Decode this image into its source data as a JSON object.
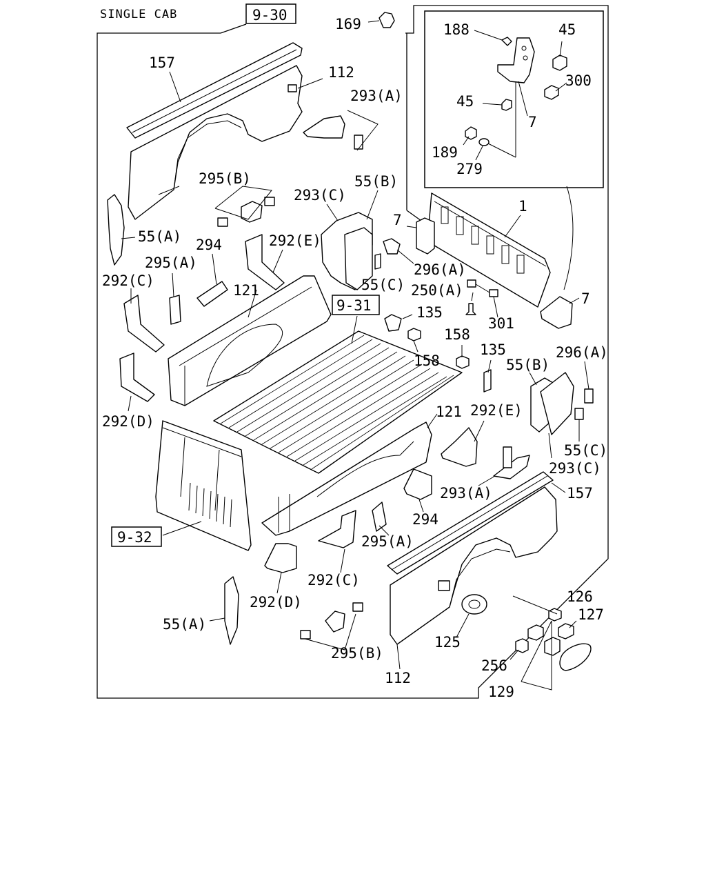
{
  "header": {
    "title": "SINGLE CAB"
  },
  "refs": {
    "r930": "9-30",
    "r931": "9-31",
    "r932": "9-32"
  },
  "callouts": {
    "c169": "169",
    "c188": "188",
    "c45a": "45",
    "c300": "300",
    "c45b": "45",
    "c7a": "7",
    "c189": "189",
    "c279": "279",
    "c157a": "157",
    "c112a": "112",
    "c293A_top": "293(A)",
    "c295B_top": "295(B)",
    "c293C_top": "293(C)",
    "c55B_top": "55(B)",
    "c7b": "7",
    "c1": "1",
    "c55A_left": "55(A)",
    "c294_top": "294",
    "c292E_top": "292(E)",
    "c295A_left": "295(A)",
    "c292C_left": "292(C)",
    "c121_top": "121",
    "c55C_top": "55(C)",
    "c296A_top": "296(A)",
    "c250A": "250(A)",
    "c7c": "7",
    "c135a": "135",
    "c301": "301",
    "c158a": "158",
    "c158b": "158",
    "c135b": "135",
    "c55B_right": "55(B)",
    "c296A_right": "296(A)",
    "c292D_left": "292(D)",
    "c121_mid": "121",
    "c292E_mid": "292(E)",
    "c55C_right": "55(C)",
    "c293C_right": "293(C)",
    "c293A_mid": "293(A)",
    "c157b": "157",
    "c294_mid": "294",
    "c295A_mid": "295(A)",
    "c292C_mid": "292(C)",
    "c292D_mid": "292(D)",
    "c126": "126",
    "c127": "127",
    "c55A_bottom": "55(A)",
    "c125": "125",
    "c295B_bottom": "295(B)",
    "c256": "256",
    "c112b": "112",
    "c129": "129"
  }
}
